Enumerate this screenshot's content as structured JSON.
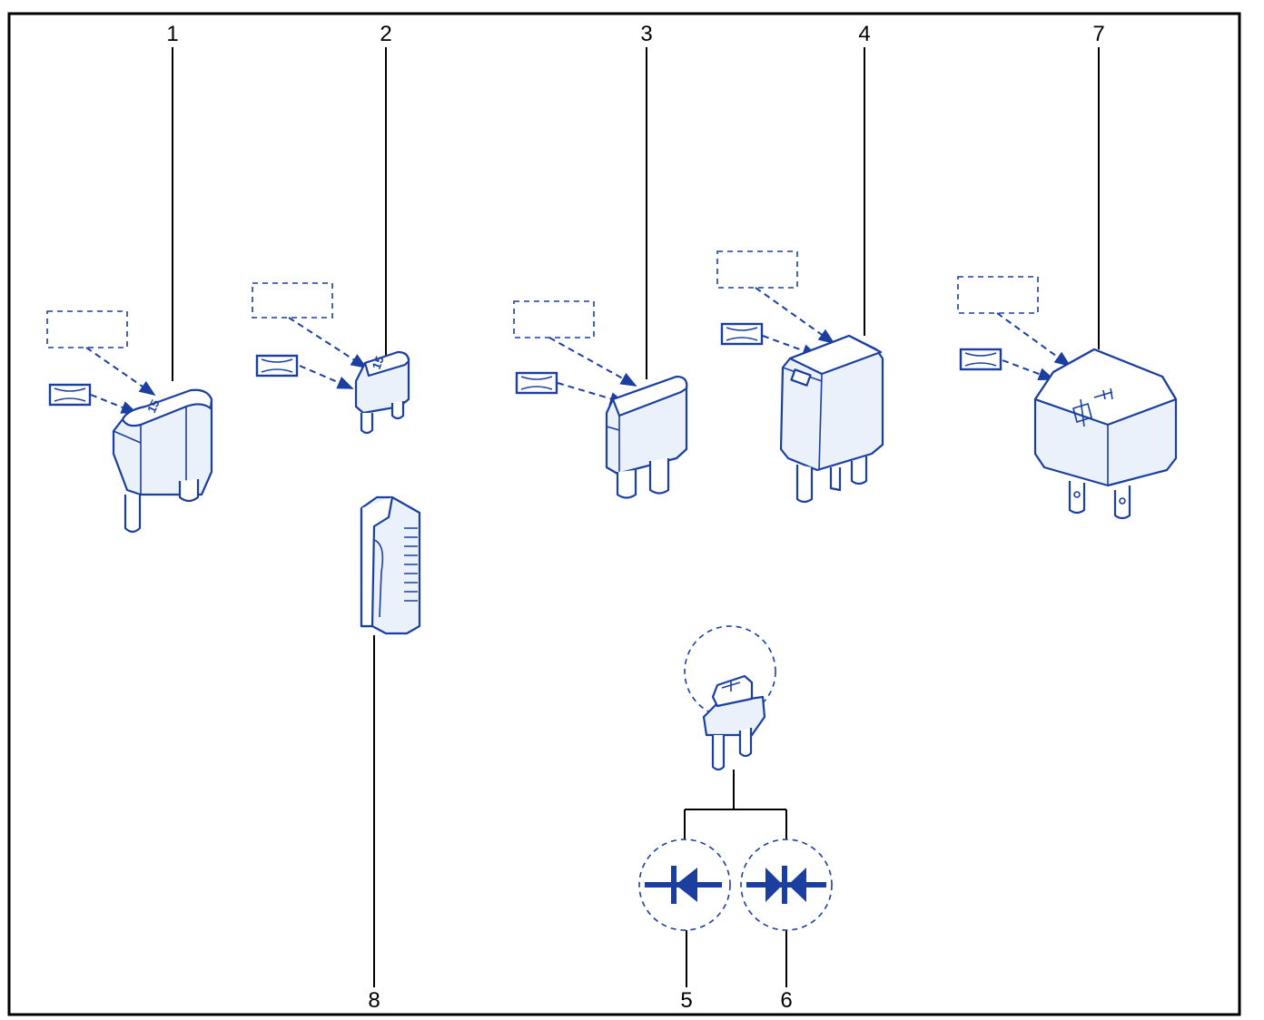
{
  "callouts": {
    "c1": "1",
    "c2": "2",
    "c3": "3",
    "c4": "4",
    "c5": "5",
    "c6": "6",
    "c7": "7",
    "c8": "8"
  },
  "fuse_ratings": {
    "maxi_fuse": "15",
    "mini_fuse": "15"
  },
  "colors": {
    "line_art": "#1a3fa0",
    "leader": "#000000",
    "frame": "#000000"
  },
  "icons": [
    "diode-symbol-icon",
    "double-diode-symbol-icon",
    "relay-symbol-icon"
  ]
}
